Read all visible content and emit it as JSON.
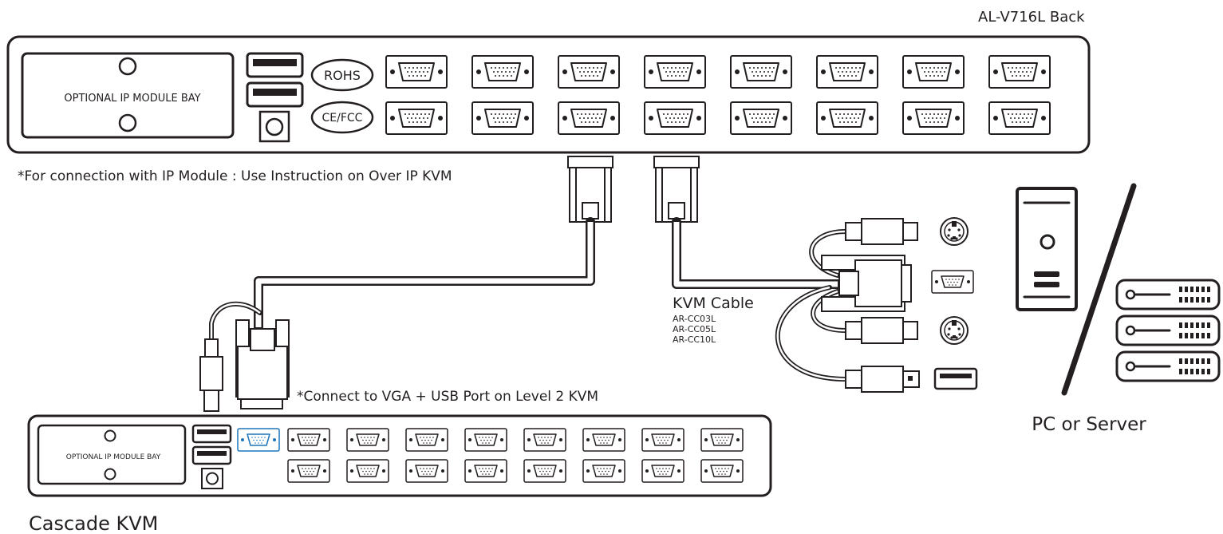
{
  "main_kvm": {
    "title": "AL-V716L Back",
    "ip_module_bay": "OPTIONAL IP MODULE BAY",
    "badge_rohs": "ROHS",
    "badge_cefcc": "CE/FCC"
  },
  "notes": {
    "ip_note": "*For connection with IP Module : Use Instruction on Over IP KVM",
    "cascade_note": "*Connect to VGA + USB Port on Level 2 KVM"
  },
  "kvm_cable": {
    "label": "KVM Cable",
    "models": [
      "AR-CC03L",
      "AR-CC05L",
      "AR-CC10L"
    ]
  },
  "computer": {
    "label": "PC or Server"
  },
  "cascade_kvm": {
    "label": "Cascade KVM",
    "ip_module_bay": "OPTIONAL IP MODULE BAY"
  },
  "colors": {
    "line": "#231f20",
    "highlight": "#1b75bc",
    "background": "#ffffff"
  }
}
